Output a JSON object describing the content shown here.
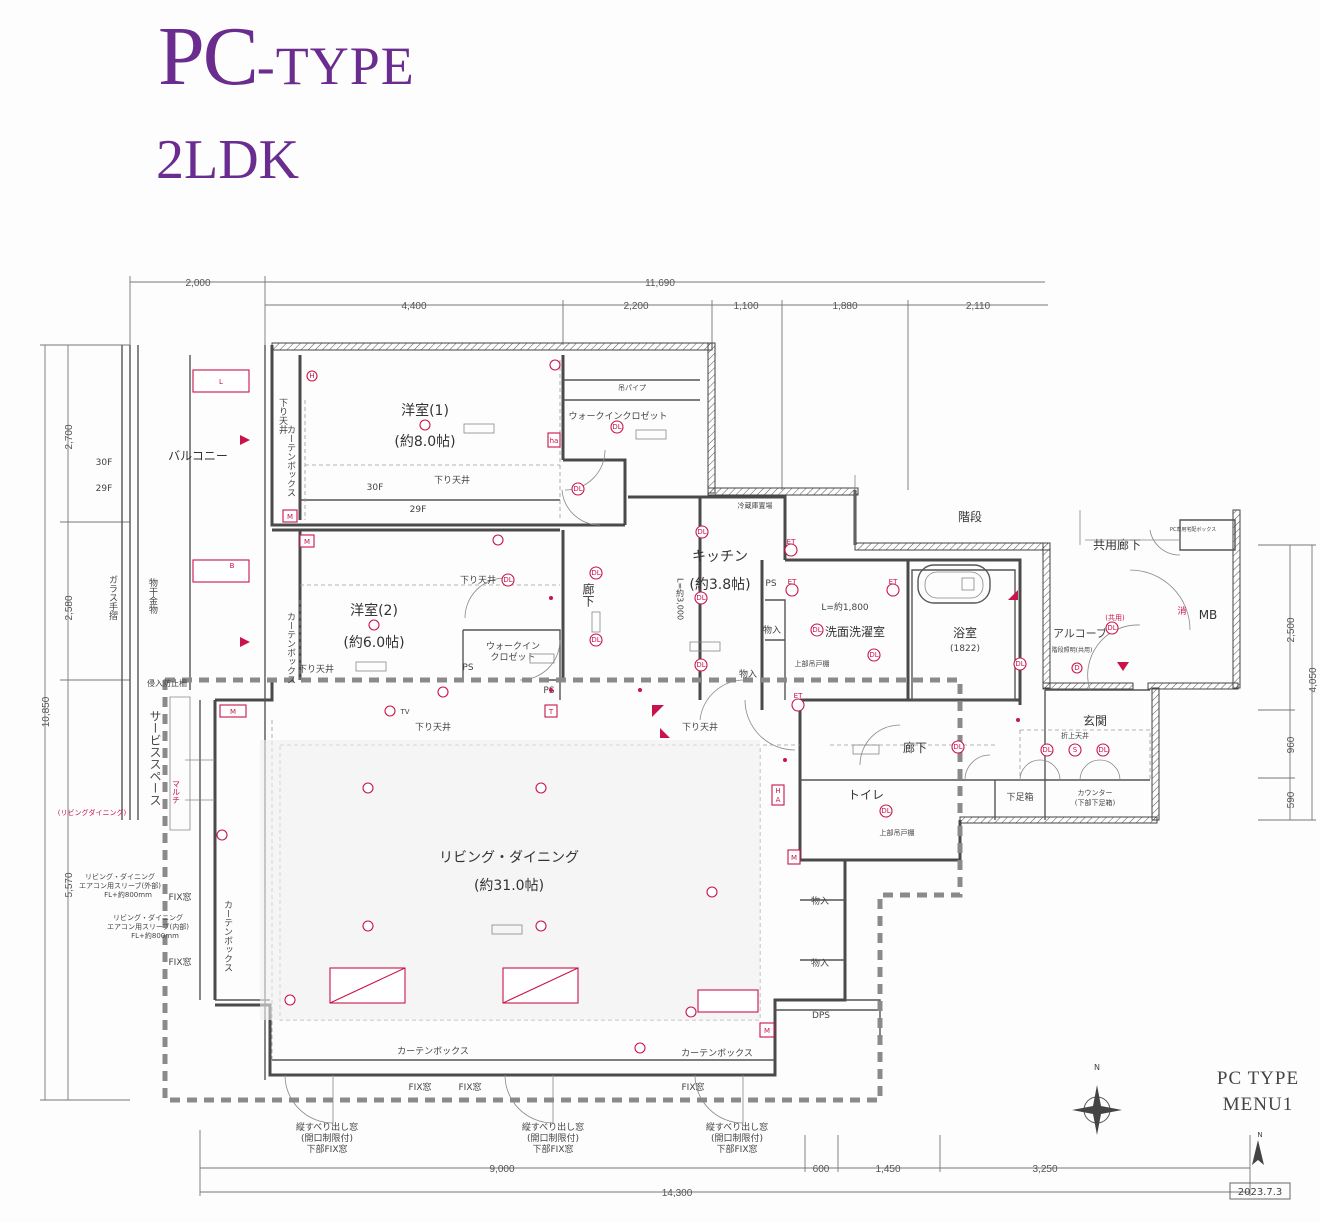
{
  "header": {
    "title_main": "PC",
    "title_suffix": "-TYPE",
    "layout": "2LDK"
  },
  "rooms": {
    "western1": "洋室(1)",
    "western1_size": "(約8.0帖)",
    "western2": "洋室(2)",
    "western2_size": "(約6.0帖)",
    "living": "リビング・ダイニング",
    "living_size": "(約31.0帖)",
    "kitchen": "キッチン",
    "kitchen_size": "(約3.8帖)",
    "washroom": "洗面洗濯室",
    "bath": "浴室",
    "bath_size": "(1822)",
    "toilet": "トイレ",
    "entrance": "玄関",
    "hall": "廊下",
    "walkin1": "ウォークインクロゼット",
    "walkin2_a": "ウォークイン",
    "walkin2_b": "クロゼット",
    "balcony": "バルコニー",
    "service": "サービススペース",
    "stairs": "階段",
    "common_corridor": "共用廊下",
    "alcove": "アルコーブ",
    "mb": "MB"
  },
  "labels": {
    "lowered_ceiling": "下り天井",
    "curtain_box": "カーテンボックス",
    "fix_window": "FIX窓",
    "casement_1": "縦すべり出し窓",
    "casement_2": "(開口制限付)",
    "casement_3": "下部FIX窓",
    "glass_rail": "ガラス手摺",
    "drying": "物干金物",
    "f30": "30F",
    "f29": "29F",
    "hanger_pipe": "吊パイプ",
    "storage": "物入",
    "ps": "PS",
    "dps": "DPS",
    "fridge": "冷蔵庫置場",
    "len_kitchen": "L=約3,000",
    "len_wash": "L=約1,800",
    "raised_ceiling": "折上天井",
    "shoe_box": "下足箱",
    "counter_1": "カウンター",
    "counter_2": "(下部下足箱)",
    "upper_cabinet": "上部吊戸棚",
    "intrusion": "侵入防止柵",
    "multi": "マルチ",
    "ld_note": "(リビングダイニング)",
    "sleeve_ext_1": "リビング・ダイニング",
    "sleeve_ext_2": "エアコン用スリーブ(外部)",
    "sleeve_ext_3": "FL+約800mm",
    "sleeve_int_1": "リビング・ダイニング",
    "sleeve_int_2": "エアコン用スリーブ(内部)",
    "sleeve_int_3": "FL+約800mm",
    "delivery_box": "PC専用宅配ボックス",
    "common": "(共用)",
    "stair_light": "階段照明(共用)",
    "hydrant": "消"
  },
  "symbols": {
    "dl": "DL",
    "s": "S",
    "m": "M",
    "et": "ET",
    "h": "H",
    "a": "A",
    "b": "B",
    "l": "L",
    "tv": "TV",
    "d": "D",
    "t": "T",
    "ha": "ha"
  },
  "dimensions": {
    "top": [
      "2,000",
      "11,690",
      "4,400",
      "2,200",
      "1,100",
      "1,880",
      "2,110"
    ],
    "left": [
      "2,700",
      "2,580",
      "10,850",
      "5,570"
    ],
    "right": [
      "2,500",
      "4,050",
      "960",
      "590"
    ],
    "bottom": [
      "9,000",
      "600",
      "1,450",
      "3,250",
      "14,300"
    ]
  },
  "footer": {
    "type": "PC TYPE",
    "menu": "MENU1",
    "date": "2023.7.3",
    "north": "N"
  }
}
